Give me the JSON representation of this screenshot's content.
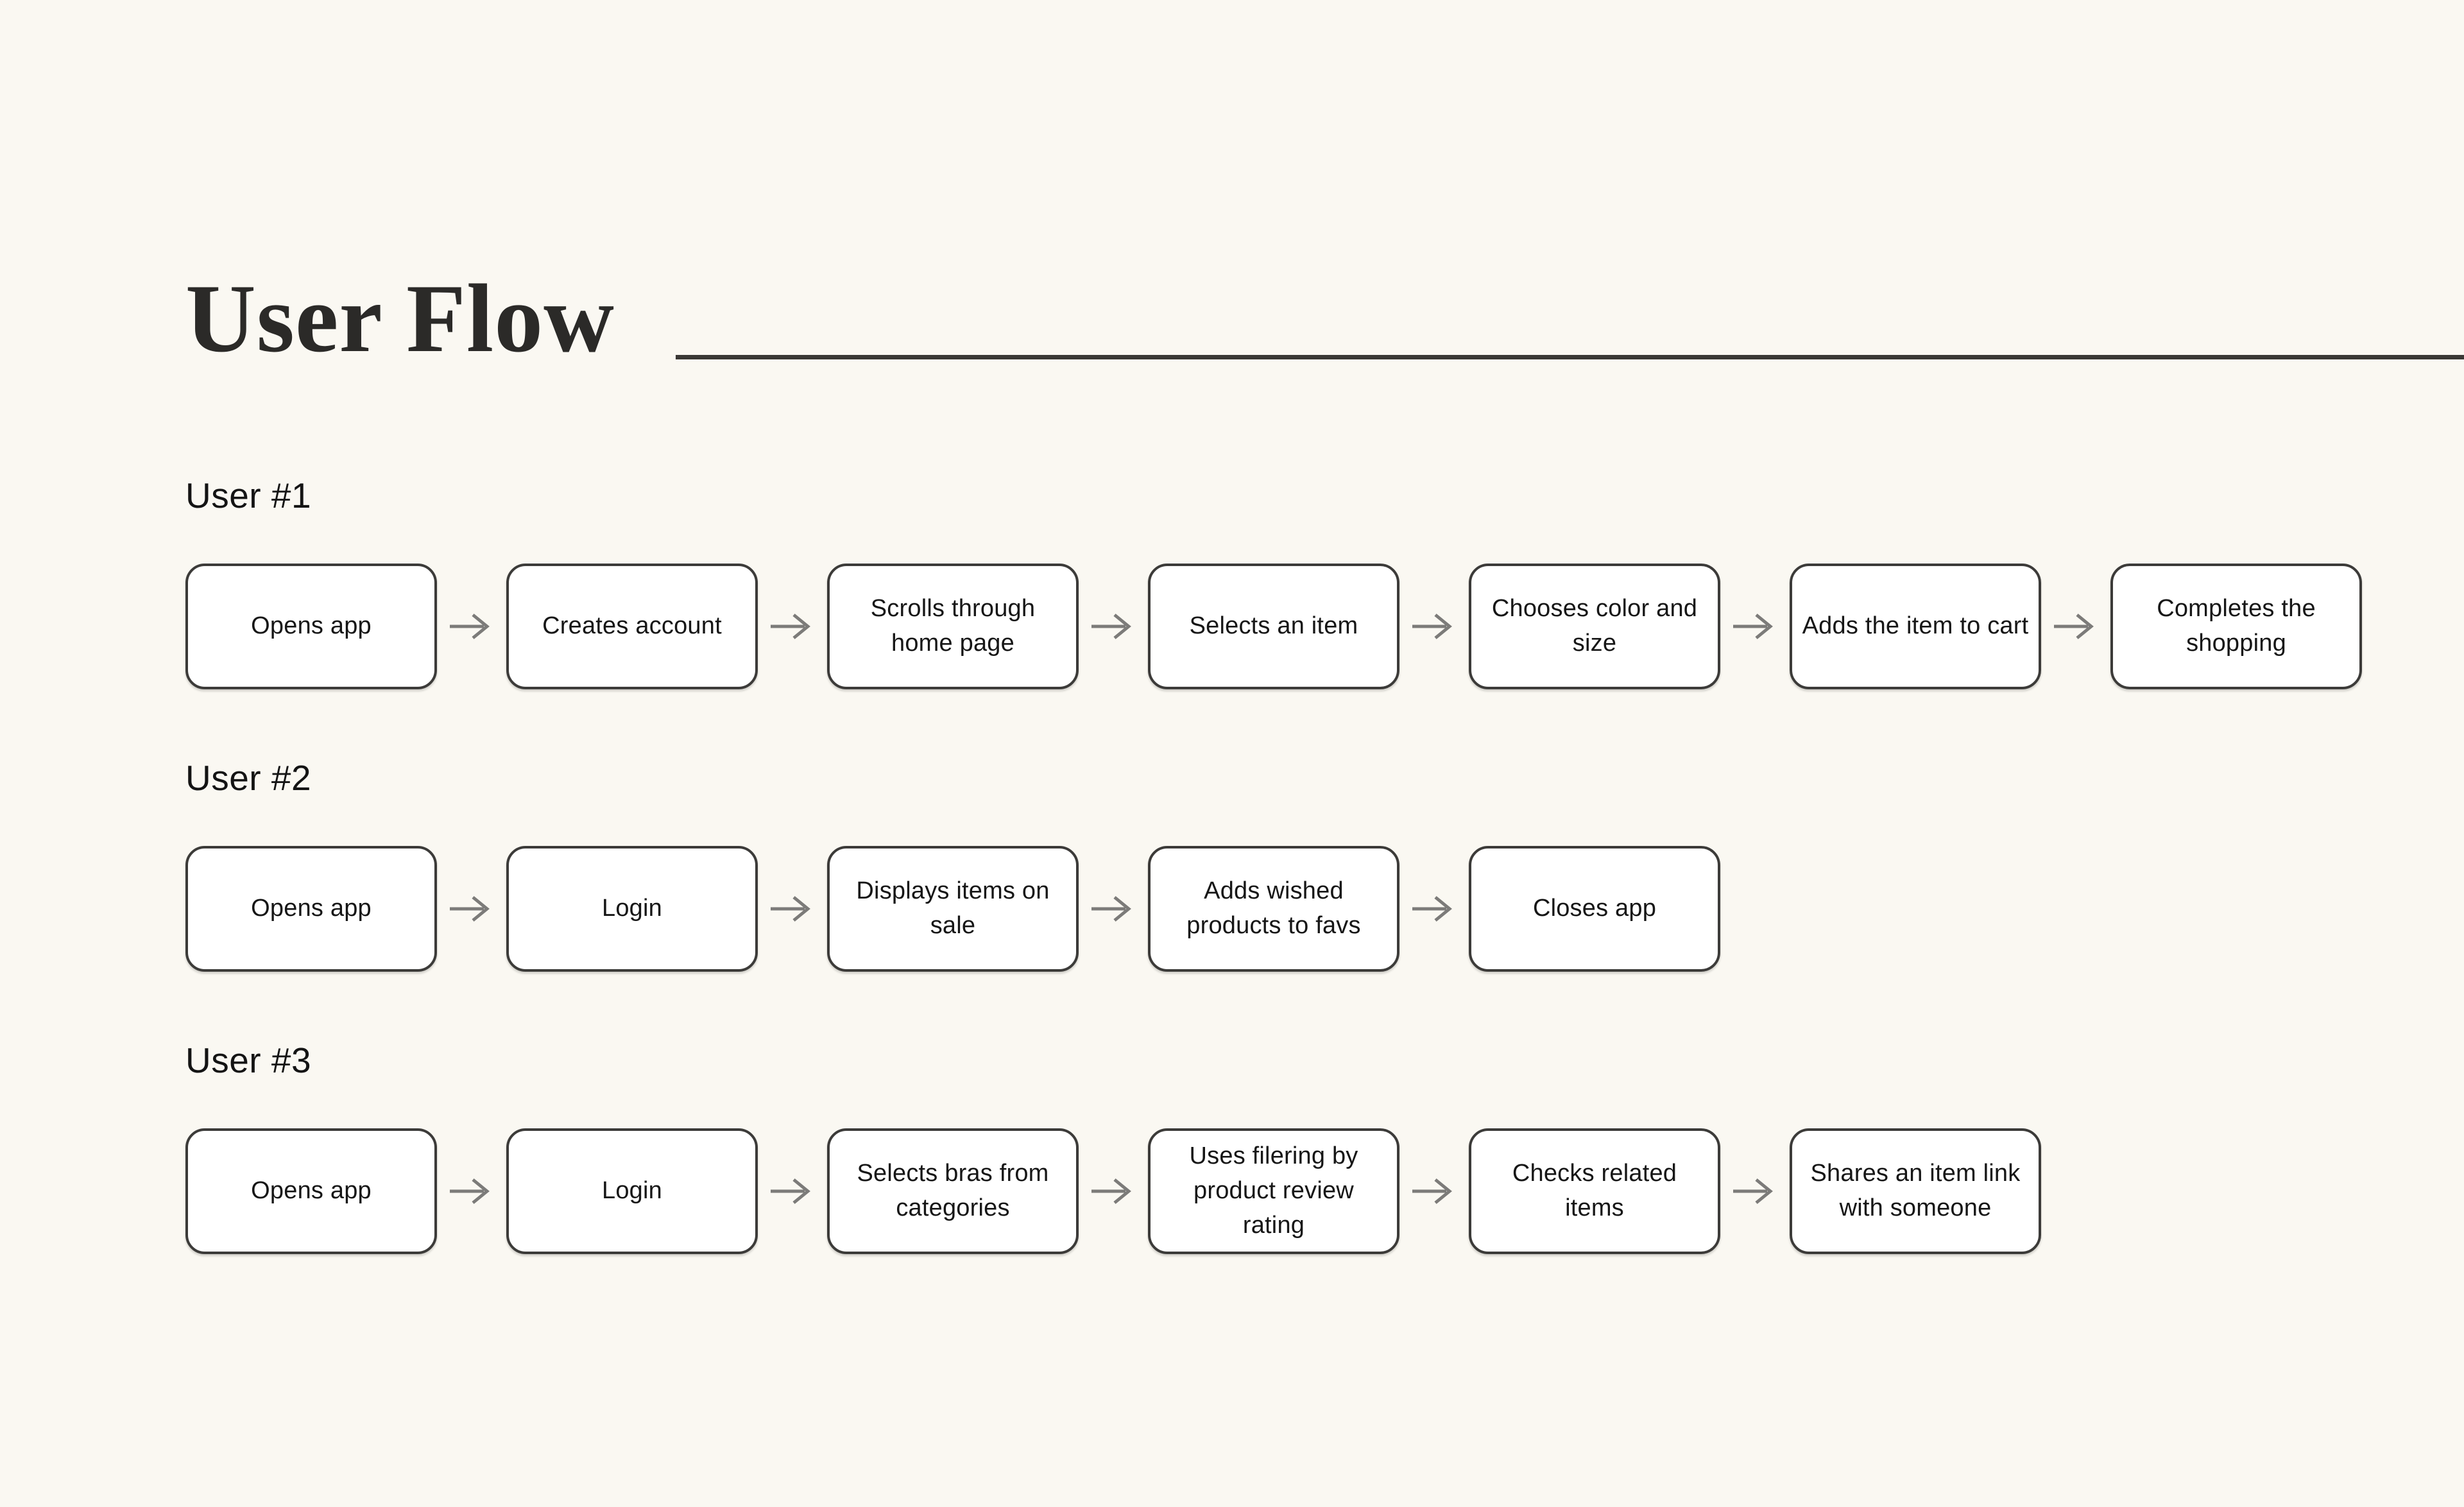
{
  "page": {
    "title": "User Flow",
    "colors": {
      "background": "#FAF8F2",
      "title_text": "#2B2A28",
      "rule": "#3A3835",
      "heading_text": "#141414",
      "box_fill": "#FFFFFF",
      "box_border": "#3C3B39",
      "box_text": "#161616",
      "arrow": "#7C7B79"
    }
  },
  "flows": [
    {
      "label": "User #1",
      "steps": [
        "Opens app",
        "Creates account",
        "Scrolls through home page",
        "Selects an item",
        "Chooses color and size",
        "Adds the item to cart",
        "Completes the shopping"
      ]
    },
    {
      "label": "User #2",
      "steps": [
        "Opens app",
        "Login",
        "Displays items on sale",
        "Adds wished products to favs",
        "Closes app"
      ]
    },
    {
      "label": "User #3",
      "steps": [
        "Opens app",
        "Login",
        "Selects bras from categories",
        "Uses filering by product review rating",
        "Checks related items",
        "Shares an item link with someone"
      ]
    }
  ]
}
